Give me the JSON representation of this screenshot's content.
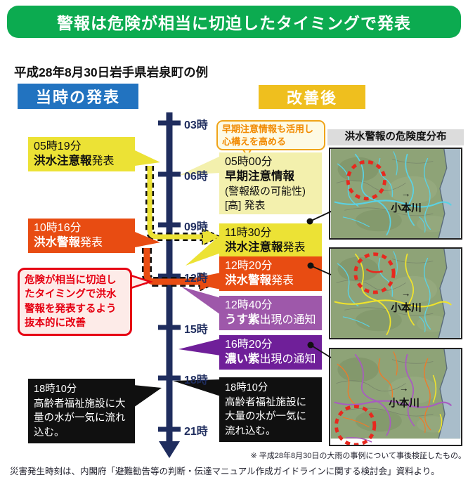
{
  "palette": {
    "banner_green": "#0cab50",
    "label_blue": "#2273c0",
    "label_gold": "#efbf1e",
    "advisory_yellow": "#ece235",
    "early_info_cream": "#f3f0ad",
    "warning_orange": "#e84c12",
    "light_purple": "#9e58aa",
    "dark_purple": "#6f1f99",
    "alert_red": "#e60012",
    "timeline_navy": "#1f2d5e",
    "river_normal_cyan": "#5ad2e4",
    "river_warning_yellow": "#efe32c",
    "river_danger_purple": "#a85cc0",
    "river_danger_orange": "#f07a28",
    "river_extreme_red": "#e8281e"
  },
  "header": {
    "title": "警報は危険が相当に切迫したタイミングで発表"
  },
  "subtitle": "平成28年8月30日岩手県岩泉町の例",
  "labels": {
    "left": "当時の発表",
    "right": "改善後"
  },
  "timeline": {
    "ticks": [
      "03時",
      "06時",
      "09時",
      "12時",
      "15時",
      "18時",
      "21時"
    ]
  },
  "left_column": {
    "advisory": {
      "time": "05時19分",
      "keyword": "洪水注意報",
      "suffix": "発表"
    },
    "warning": {
      "time": "10時16分",
      "keyword": "洪水警報",
      "suffix": "発表"
    },
    "improvement_note": "危険が相当に切迫したタイミングで洪水警報を発表するよう抜本的に改善",
    "disaster": {
      "time": "18時10分",
      "text": "高齢者福祉施設に大量の水が一気に流れ込む。"
    }
  },
  "right_column": {
    "bubble_note": "早期注意情報も活用し心構えを高める",
    "early_info": {
      "time": "05時00分",
      "keyword": "早期注意情報",
      "possibility": "(警報級の可能性)",
      "level": "[高] 発表"
    },
    "advisory": {
      "time": "11時30分",
      "keyword": "洪水注意報",
      "suffix": "発表"
    },
    "warning": {
      "time": "12時20分",
      "keyword": "洪水警報",
      "suffix": "発表"
    },
    "light_purple_notice": {
      "time": "12時40分",
      "keyword": "うす紫",
      "suffix": "出現の通知"
    },
    "dark_purple_notice": {
      "time": "16時20分",
      "keyword": "濃い紫",
      "suffix": "出現の通知"
    },
    "disaster": {
      "time": "18時10分",
      "text": "高齢者福祉施設に大量の水が一気に流れ込む。"
    }
  },
  "risk_map": {
    "title": "洪水警報の危険度分布",
    "arrow": "→",
    "river_label": "小本川"
  },
  "notes": {
    "verification": "※ 平成28年8月30日の大雨の事例について事後検証したもの。",
    "source": "災害発生時刻は、内閣府「避難勧告等の判断・伝達マニュアル作成ガイドラインに関する検討会」資料より。"
  }
}
